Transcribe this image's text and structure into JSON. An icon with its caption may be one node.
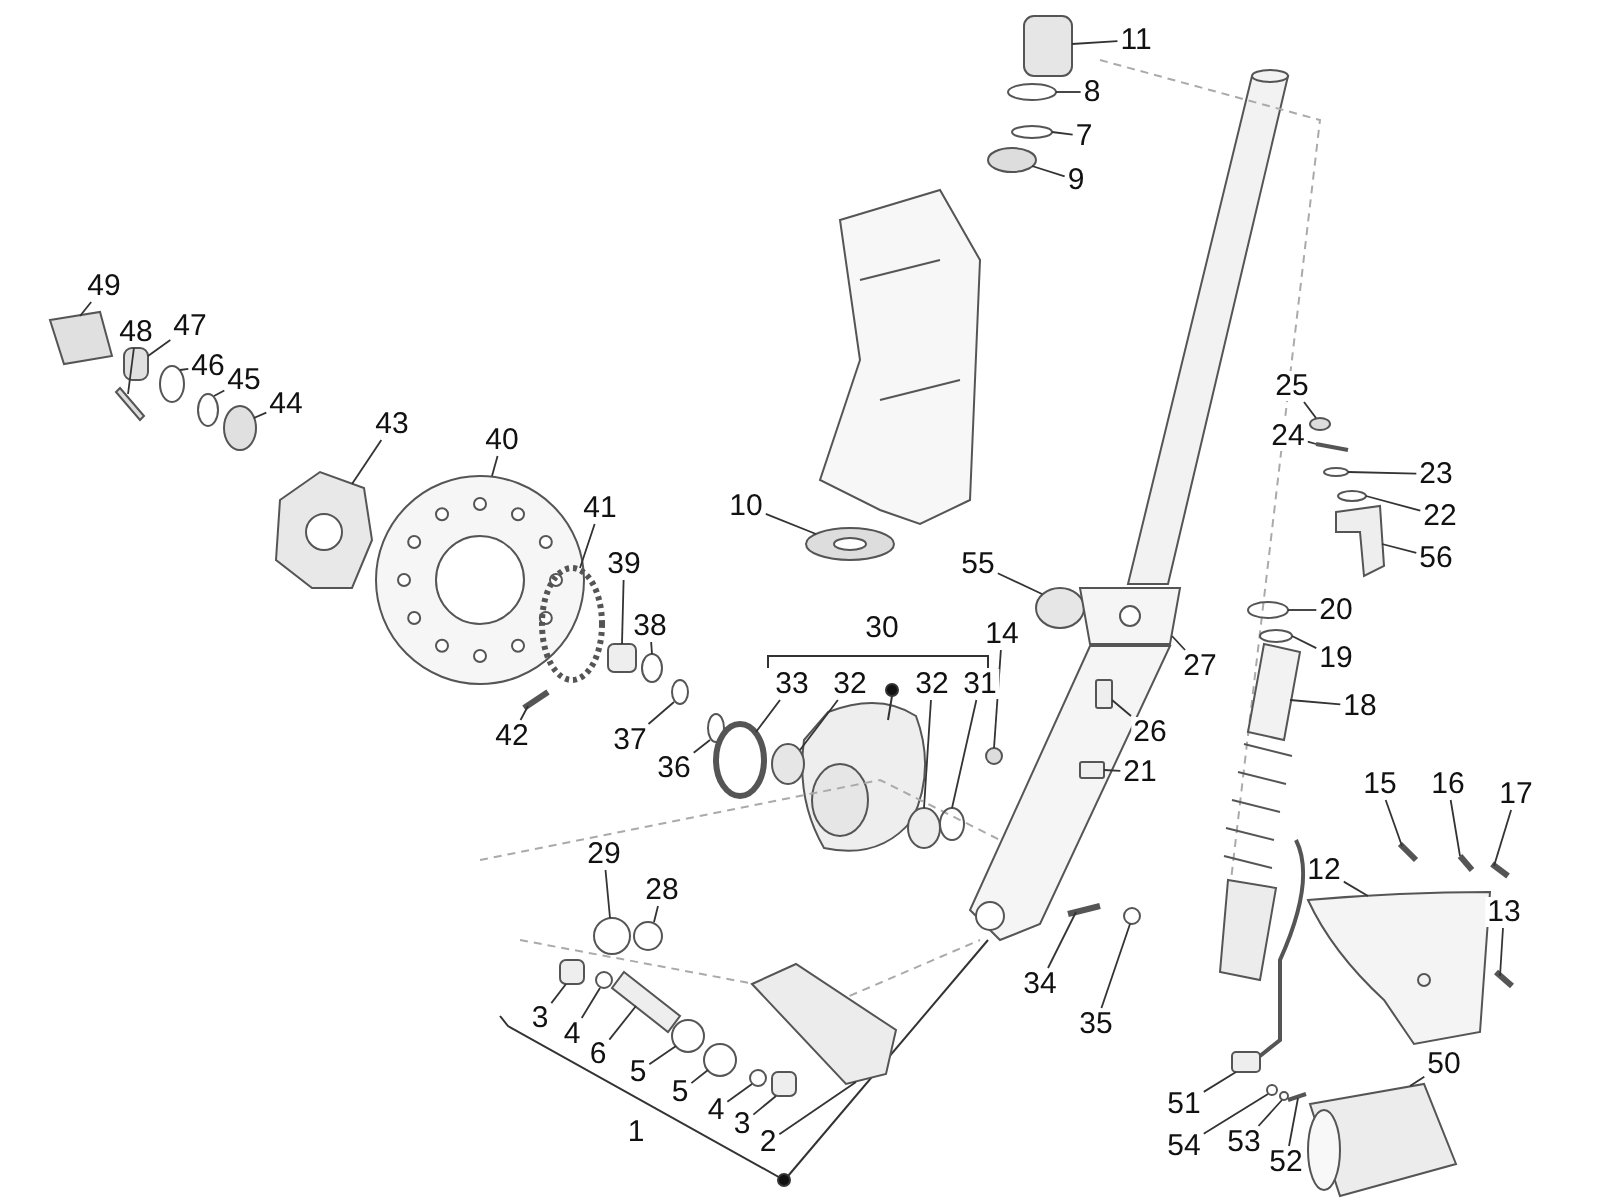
{
  "diagram": {
    "nodes": [
      {
        "text": [
          "11"
        ]
      },
      {
        "text": [
          "8"
        ]
      },
      {
        "text": [
          "7"
        ]
      },
      {
        "text": [
          "9"
        ]
      },
      {
        "text": [
          "49"
        ]
      },
      {
        "text": [
          "48"
        ]
      },
      {
        "text": [
          "47"
        ]
      },
      {
        "text": [
          "46"
        ]
      },
      {
        "text": [
          "45"
        ]
      },
      {
        "text": [
          "44"
        ]
      },
      {
        "text": [
          "43"
        ]
      },
      {
        "text": [
          "40"
        ]
      },
      {
        "text": [
          "25"
        ]
      },
      {
        "text": [
          "24"
        ]
      },
      {
        "text": [
          "23"
        ]
      },
      {
        "text": [
          "22"
        ]
      },
      {
        "text": [
          "10"
        ]
      },
      {
        "text": [
          "41"
        ]
      },
      {
        "text": [
          "55"
        ]
      },
      {
        "text": [
          "56"
        ]
      },
      {
        "text": [
          "39"
        ]
      },
      {
        "text": [
          "20"
        ]
      },
      {
        "text": [
          "38"
        ]
      },
      {
        "text": [
          "14"
        ]
      },
      {
        "text": [
          "19"
        ]
      },
      {
        "text": [
          "27"
        ]
      },
      {
        "text": [
          "33"
        ]
      },
      {
        "text": [
          "32"
        ]
      },
      {
        "text": [
          "32"
        ]
      },
      {
        "text": [
          "31"
        ]
      },
      {
        "text": [
          "18"
        ]
      },
      {
        "text": [
          "42"
        ]
      },
      {
        "text": [
          "26"
        ]
      },
      {
        "text": [
          "37"
        ]
      },
      {
        "text": [
          "21"
        ]
      },
      {
        "text": [
          "36"
        ]
      },
      {
        "text": [
          "15"
        ]
      },
      {
        "text": [
          "16"
        ]
      },
      {
        "text": [
          "17"
        ]
      },
      {
        "text": [
          "29"
        ]
      },
      {
        "text": [
          "12"
        ]
      },
      {
        "text": [
          "28"
        ]
      },
      {
        "text": [
          "13"
        ]
      },
      {
        "text": [
          "34"
        ]
      },
      {
        "text": [
          "35"
        ]
      },
      {
        "text": [
          "3"
        ]
      },
      {
        "text": [
          "4"
        ]
      },
      {
        "text": [
          "6"
        ]
      },
      {
        "text": [
          "5"
        ]
      },
      {
        "text": [
          "5"
        ]
      },
      {
        "text": [
          "4"
        ]
      },
      {
        "text": [
          "3"
        ]
      },
      {
        "text": [
          "2"
        ]
      },
      {
        "text": [
          "50"
        ]
      },
      {
        "text": [
          "51"
        ]
      },
      {
        "text": [
          "54"
        ]
      },
      {
        "text": [
          "53"
        ]
      },
      {
        "text": [
          "52"
        ]
      },
      {
        "text": [],
        "shape": "box"
      },
      {
        "text": [],
        "shape": "circle"
      },
      {
        "text": [],
        "shape": "circle"
      },
      {
        "text": [],
        "shape": "circle"
      },
      {
        "text": [],
        "shape": "picture"
      },
      {
        "text": [],
        "shape": "picture"
      },
      {
        "text": [],
        "shape": "box"
      },
      {
        "text": [],
        "shape": "circle"
      },
      {
        "text": [],
        "shape": "circle"
      },
      {
        "text": [],
        "shape": "circle"
      },
      {
        "text": [],
        "shape": "picture"
      },
      {
        "text": [],
        "shape": "picture"
      },
      {
        "text": [],
        "shape": "circle"
      },
      {
        "text": [],
        "shape": "picture"
      },
      {
        "text": [],
        "shape": "circle"
      },
      {
        "text": [],
        "shape": "circle"
      },
      {
        "text": [],
        "shape": "picture"
      },
      {
        "text": [],
        "shape": "circle"
      },
      {
        "text": [],
        "shape": "circle"
      },
      {
        "text": [],
        "shape": "picture"
      },
      {
        "text": [],
        "shape": "box"
      },
      {
        "text": [],
        "shape": "circle"
      },
      {
        "text": [],
        "shape": "circle"
      },
      {
        "text": [],
        "shape": "circle"
      },
      {
        "text": [],
        "shape": "circle"
      },
      {
        "text": [],
        "shape": "picture"
      },
      {
        "text": [],
        "shape": "circle"
      },
      {
        "text": [],
        "shape": "circle"
      },
      {
        "text": [],
        "shape": "circle"
      },
      {
        "text": [],
        "shape": "circle"
      },
      {
        "text": [],
        "shape": "picture"
      },
      {
        "text": [],
        "shape": "picture"
      },
      {
        "text": [],
        "shape": "box"
      },
      {
        "text": [],
        "shape": "circle"
      },
      {
        "text": [],
        "shape": "box"
      },
      {
        "text": [],
        "shape": "circle"
      },
      {
        "text": [],
        "shape": "picture"
      },
      {
        "text": [],
        "shape": "picture"
      },
      {
        "text": [],
        "shape": "picture"
      },
      {
        "text": [],
        "shape": "circle"
      },
      {
        "text": [],
        "shape": "picture"
      },
      {
        "text": [],
        "shape": "circle"
      },
      {
        "text": [],
        "shape": "picture"
      },
      {
        "text": [],
        "shape": "picture"
      },
      {
        "text": [],
        "shape": "circle"
      },
      {
        "text": [],
        "shape": "box"
      },
      {
        "text": [],
        "shape": "circle"
      },
      {
        "text": [],
        "shape": "picture"
      },
      {
        "text": [],
        "shape": "circle"
      },
      {
        "text": [],
        "shape": "circle"
      },
      {
        "text": [],
        "shape": "circle"
      },
      {
        "text": [],
        "shape": "box"
      },
      {
        "text": [],
        "shape": "picture"
      },
      {
        "text": [],
        "shape": "picture"
      },
      {
        "text": [],
        "shape": "picture"
      },
      {
        "text": [],
        "shape": "circle"
      },
      {
        "text": [],
        "shape": "circle"
      },
      {
        "text": [],
        "shape": "picture"
      },
      {
        "text": [
          "30"
        ]
      },
      {
        "text": [
          "1"
        ]
      }
    ],
    "edges": [
      {
        "from": 0,
        "to": 58,
        "arrow": "none"
      },
      {
        "from": 1,
        "to": 59,
        "arrow": "none"
      },
      {
        "from": 2,
        "to": 60,
        "arrow": "none"
      },
      {
        "from": 3,
        "to": 61,
        "arrow": "none"
      },
      {
        "from": 4,
        "to": 62,
        "arrow": "none"
      },
      {
        "from": 5,
        "to": 63,
        "arrow": "none"
      },
      {
        "from": 6,
        "to": 64,
        "arrow": "none"
      },
      {
        "from": 7,
        "to": 65,
        "arrow": "none"
      },
      {
        "from": 8,
        "to": 66,
        "arrow": "none"
      },
      {
        "from": 9,
        "to": 67,
        "arrow": "none"
      },
      {
        "from": 10,
        "to": 68,
        "arrow": "none"
      },
      {
        "from": 11,
        "to": 69,
        "arrow": "none"
      },
      {
        "from": 12,
        "to": 70,
        "arrow": "none"
      },
      {
        "from": 13,
        "to": 71,
        "arrow": "none"
      },
      {
        "from": 14,
        "to": 72,
        "arrow": "none"
      },
      {
        "from": 15,
        "to": 73,
        "arrow": "none"
      },
      {
        "from": 16,
        "to": 74,
        "arrow": "none"
      },
      {
        "from": 17,
        "to": 75,
        "arrow": "none"
      },
      {
        "from": 18,
        "to": 76,
        "arrow": "none"
      },
      {
        "from": 19,
        "to": 77,
        "arrow": "none"
      },
      {
        "from": 20,
        "to": 78,
        "arrow": "none"
      },
      {
        "from": 21,
        "to": 79,
        "arrow": "none"
      },
      {
        "from": 22,
        "to": 80,
        "arrow": "none"
      },
      {
        "from": 23,
        "to": 81,
        "arrow": "none"
      },
      {
        "from": 24,
        "to": 82,
        "arrow": "none"
      },
      {
        "from": 25,
        "to": 83,
        "arrow": "none"
      },
      {
        "from": 26,
        "to": 84,
        "arrow": "none"
      },
      {
        "from": 27,
        "to": 85,
        "arrow": "none"
      },
      {
        "from": 28,
        "to": 86,
        "arrow": "none"
      },
      {
        "from": 29,
        "to": 87,
        "arrow": "none"
      },
      {
        "from": 30,
        "to": 88,
        "arrow": "none"
      },
      {
        "from": 31,
        "to": 89,
        "arrow": "none"
      },
      {
        "from": 32,
        "to": 90,
        "arrow": "none"
      },
      {
        "from": 33,
        "to": 91,
        "arrow": "none"
      },
      {
        "from": 34,
        "to": 92,
        "arrow": "none"
      },
      {
        "from": 35,
        "to": 93,
        "arrow": "none"
      },
      {
        "from": 36,
        "to": 94,
        "arrow": "none"
      },
      {
        "from": 37,
        "to": 95,
        "arrow": "none"
      },
      {
        "from": 38,
        "to": 96,
        "arrow": "none"
      },
      {
        "from": 39,
        "to": 97,
        "arrow": "none"
      },
      {
        "from": 40,
        "to": 98,
        "arrow": "none"
      },
      {
        "from": 41,
        "to": 99,
        "arrow": "none"
      },
      {
        "from": 42,
        "to": 100,
        "arrow": "none"
      },
      {
        "from": 43,
        "to": 101,
        "arrow": "none"
      },
      {
        "from": 44,
        "to": 102,
        "arrow": "none"
      },
      {
        "from": 45,
        "to": 103,
        "arrow": "none"
      },
      {
        "from": 46,
        "to": 104,
        "arrow": "none"
      },
      {
        "from": 47,
        "to": 105,
        "arrow": "none"
      },
      {
        "from": 48,
        "to": 106,
        "arrow": "none"
      },
      {
        "from": 49,
        "to": 107,
        "arrow": "none"
      },
      {
        "from": 50,
        "to": 108,
        "arrow": "none"
      },
      {
        "from": 51,
        "to": 109,
        "arrow": "none"
      },
      {
        "from": 52,
        "to": 110,
        "arrow": "none"
      },
      {
        "from": 53,
        "to": 111,
        "arrow": "none"
      },
      {
        "from": 54,
        "to": 112,
        "arrow": "none"
      },
      {
        "from": 55,
        "to": 113,
        "arrow": "none"
      },
      {
        "from": 56,
        "to": 114,
        "arrow": "none"
      },
      {
        "from": 57,
        "to": 115,
        "arrow": "none"
      }
    ]
  }
}
